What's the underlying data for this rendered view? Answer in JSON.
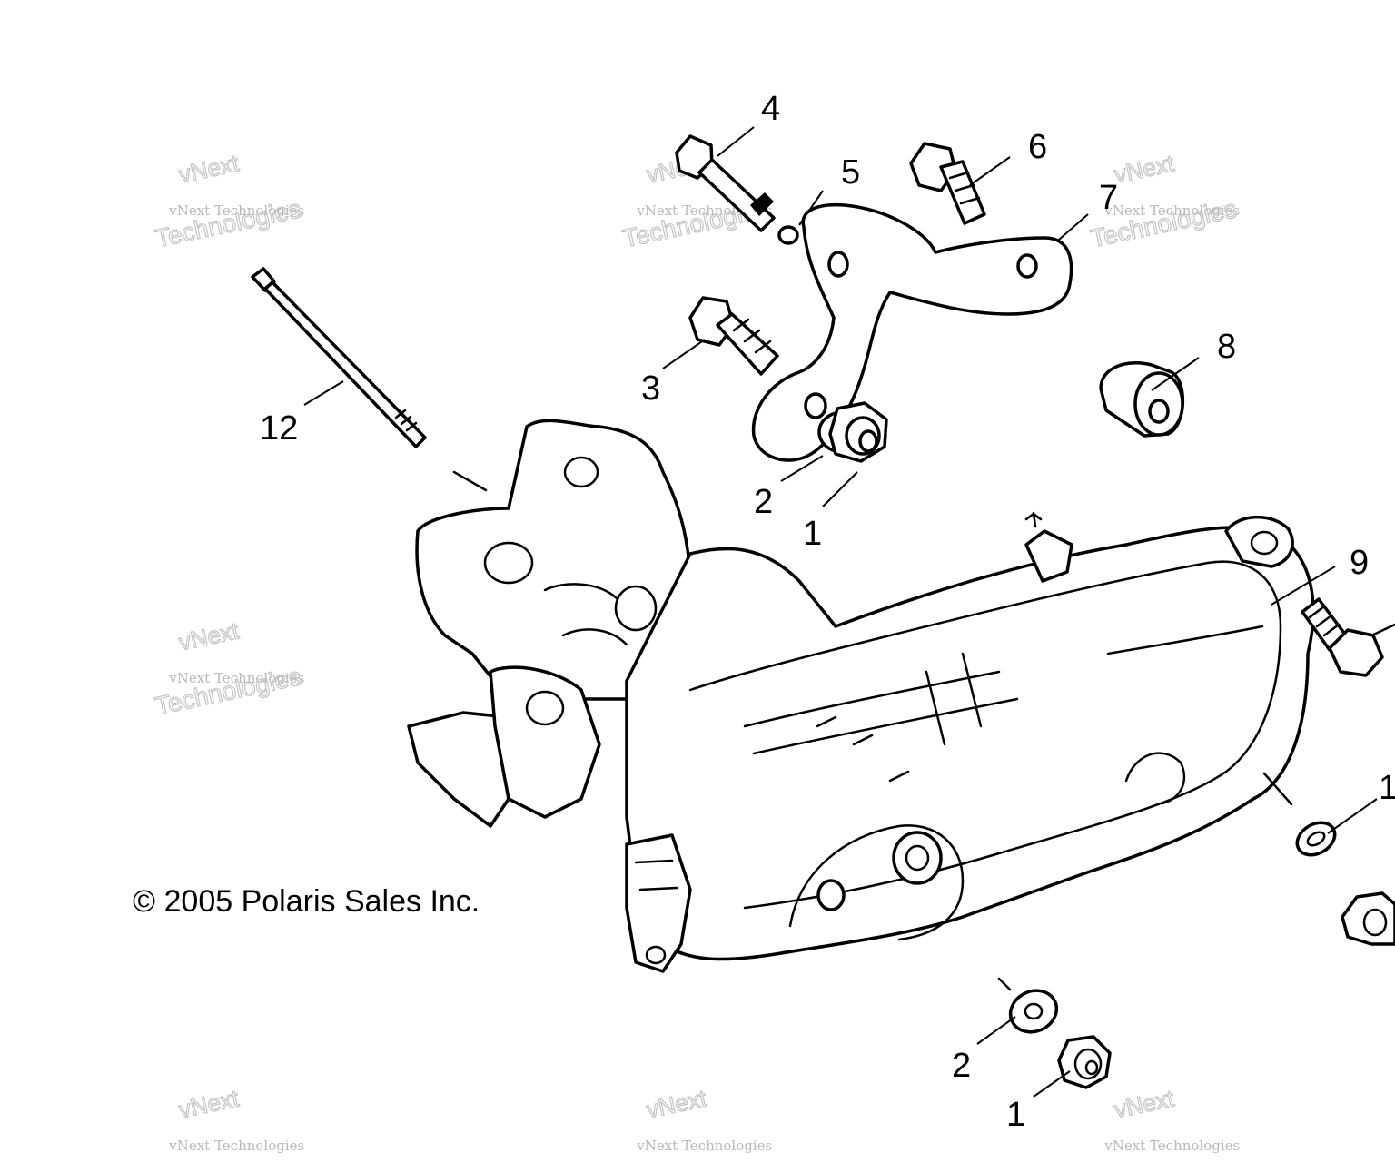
{
  "copyright": "© 2005 Polaris Sales Inc.",
  "watermark": {
    "line1": "vNext",
    "line2": "vNext Technologies",
    "line3": "Technologies"
  },
  "callouts": {
    "bolt_4": "4",
    "washer_5": "5",
    "bolt_6": "6",
    "bracket_7": "7",
    "bolt_3": "3",
    "spacer_8": "8",
    "bolt_12": "12",
    "washer_2_top": "2",
    "nut_1_top": "1",
    "engine_9": "9",
    "washer_right": "1",
    "washer_2_bottom": "2",
    "nut_1_bottom": "1"
  }
}
